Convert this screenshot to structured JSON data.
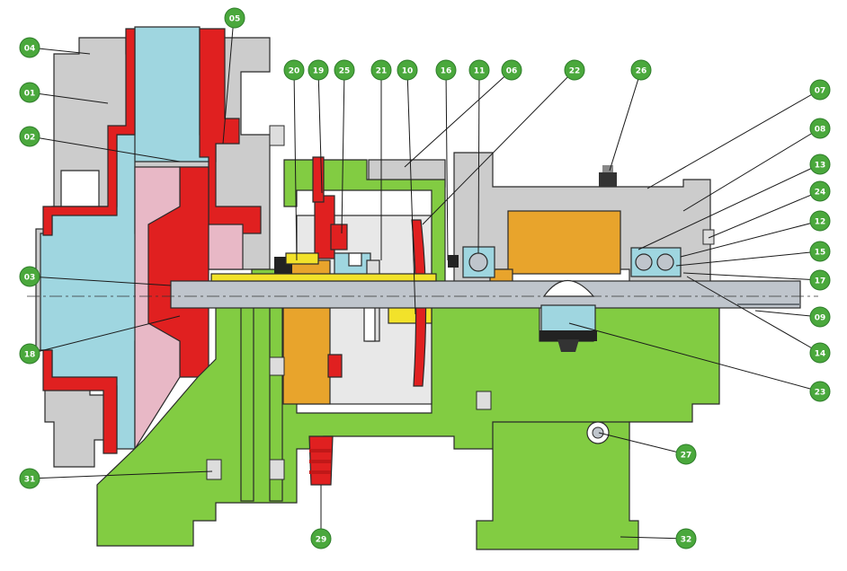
{
  "diagram": {
    "colors": {
      "background": "#ffffff",
      "casing_gray": "#cccccc",
      "fluid_blue": "#9fd6e0",
      "red_liner": "#e02020",
      "impeller_pink": "#e8b8c6",
      "frame_green": "#82cc42",
      "orange_oil": "#e8a42c",
      "shaft_silver": "#bfc5cc",
      "yellow_part": "#f2e22a",
      "callout_green": "#4aa83c"
    },
    "callouts": [
      {
        "id": "c04",
        "label": "04"
      },
      {
        "id": "c01",
        "label": "01"
      },
      {
        "id": "c02",
        "label": "02"
      },
      {
        "id": "c05",
        "label": "05"
      },
      {
        "id": "c03",
        "label": "03"
      },
      {
        "id": "c18",
        "label": "18"
      },
      {
        "id": "c31",
        "label": "31"
      },
      {
        "id": "c20",
        "label": "20"
      },
      {
        "id": "c19",
        "label": "19"
      },
      {
        "id": "c25",
        "label": "25"
      },
      {
        "id": "c21",
        "label": "21"
      },
      {
        "id": "c10",
        "label": "10"
      },
      {
        "id": "c16",
        "label": "16"
      },
      {
        "id": "c11",
        "label": "11"
      },
      {
        "id": "c06",
        "label": "06"
      },
      {
        "id": "c22",
        "label": "22"
      },
      {
        "id": "c26",
        "label": "26"
      },
      {
        "id": "c07",
        "label": "07"
      },
      {
        "id": "c08",
        "label": "08"
      },
      {
        "id": "c13",
        "label": "13"
      },
      {
        "id": "c24",
        "label": "24"
      },
      {
        "id": "c12",
        "label": "12"
      },
      {
        "id": "c15",
        "label": "15"
      },
      {
        "id": "c17",
        "label": "17"
      },
      {
        "id": "c09",
        "label": "09"
      },
      {
        "id": "c14",
        "label": "14"
      },
      {
        "id": "c23",
        "label": "23"
      },
      {
        "id": "c27",
        "label": "27"
      },
      {
        "id": "c29",
        "label": "29"
      },
      {
        "id": "c32",
        "label": "32"
      }
    ]
  }
}
